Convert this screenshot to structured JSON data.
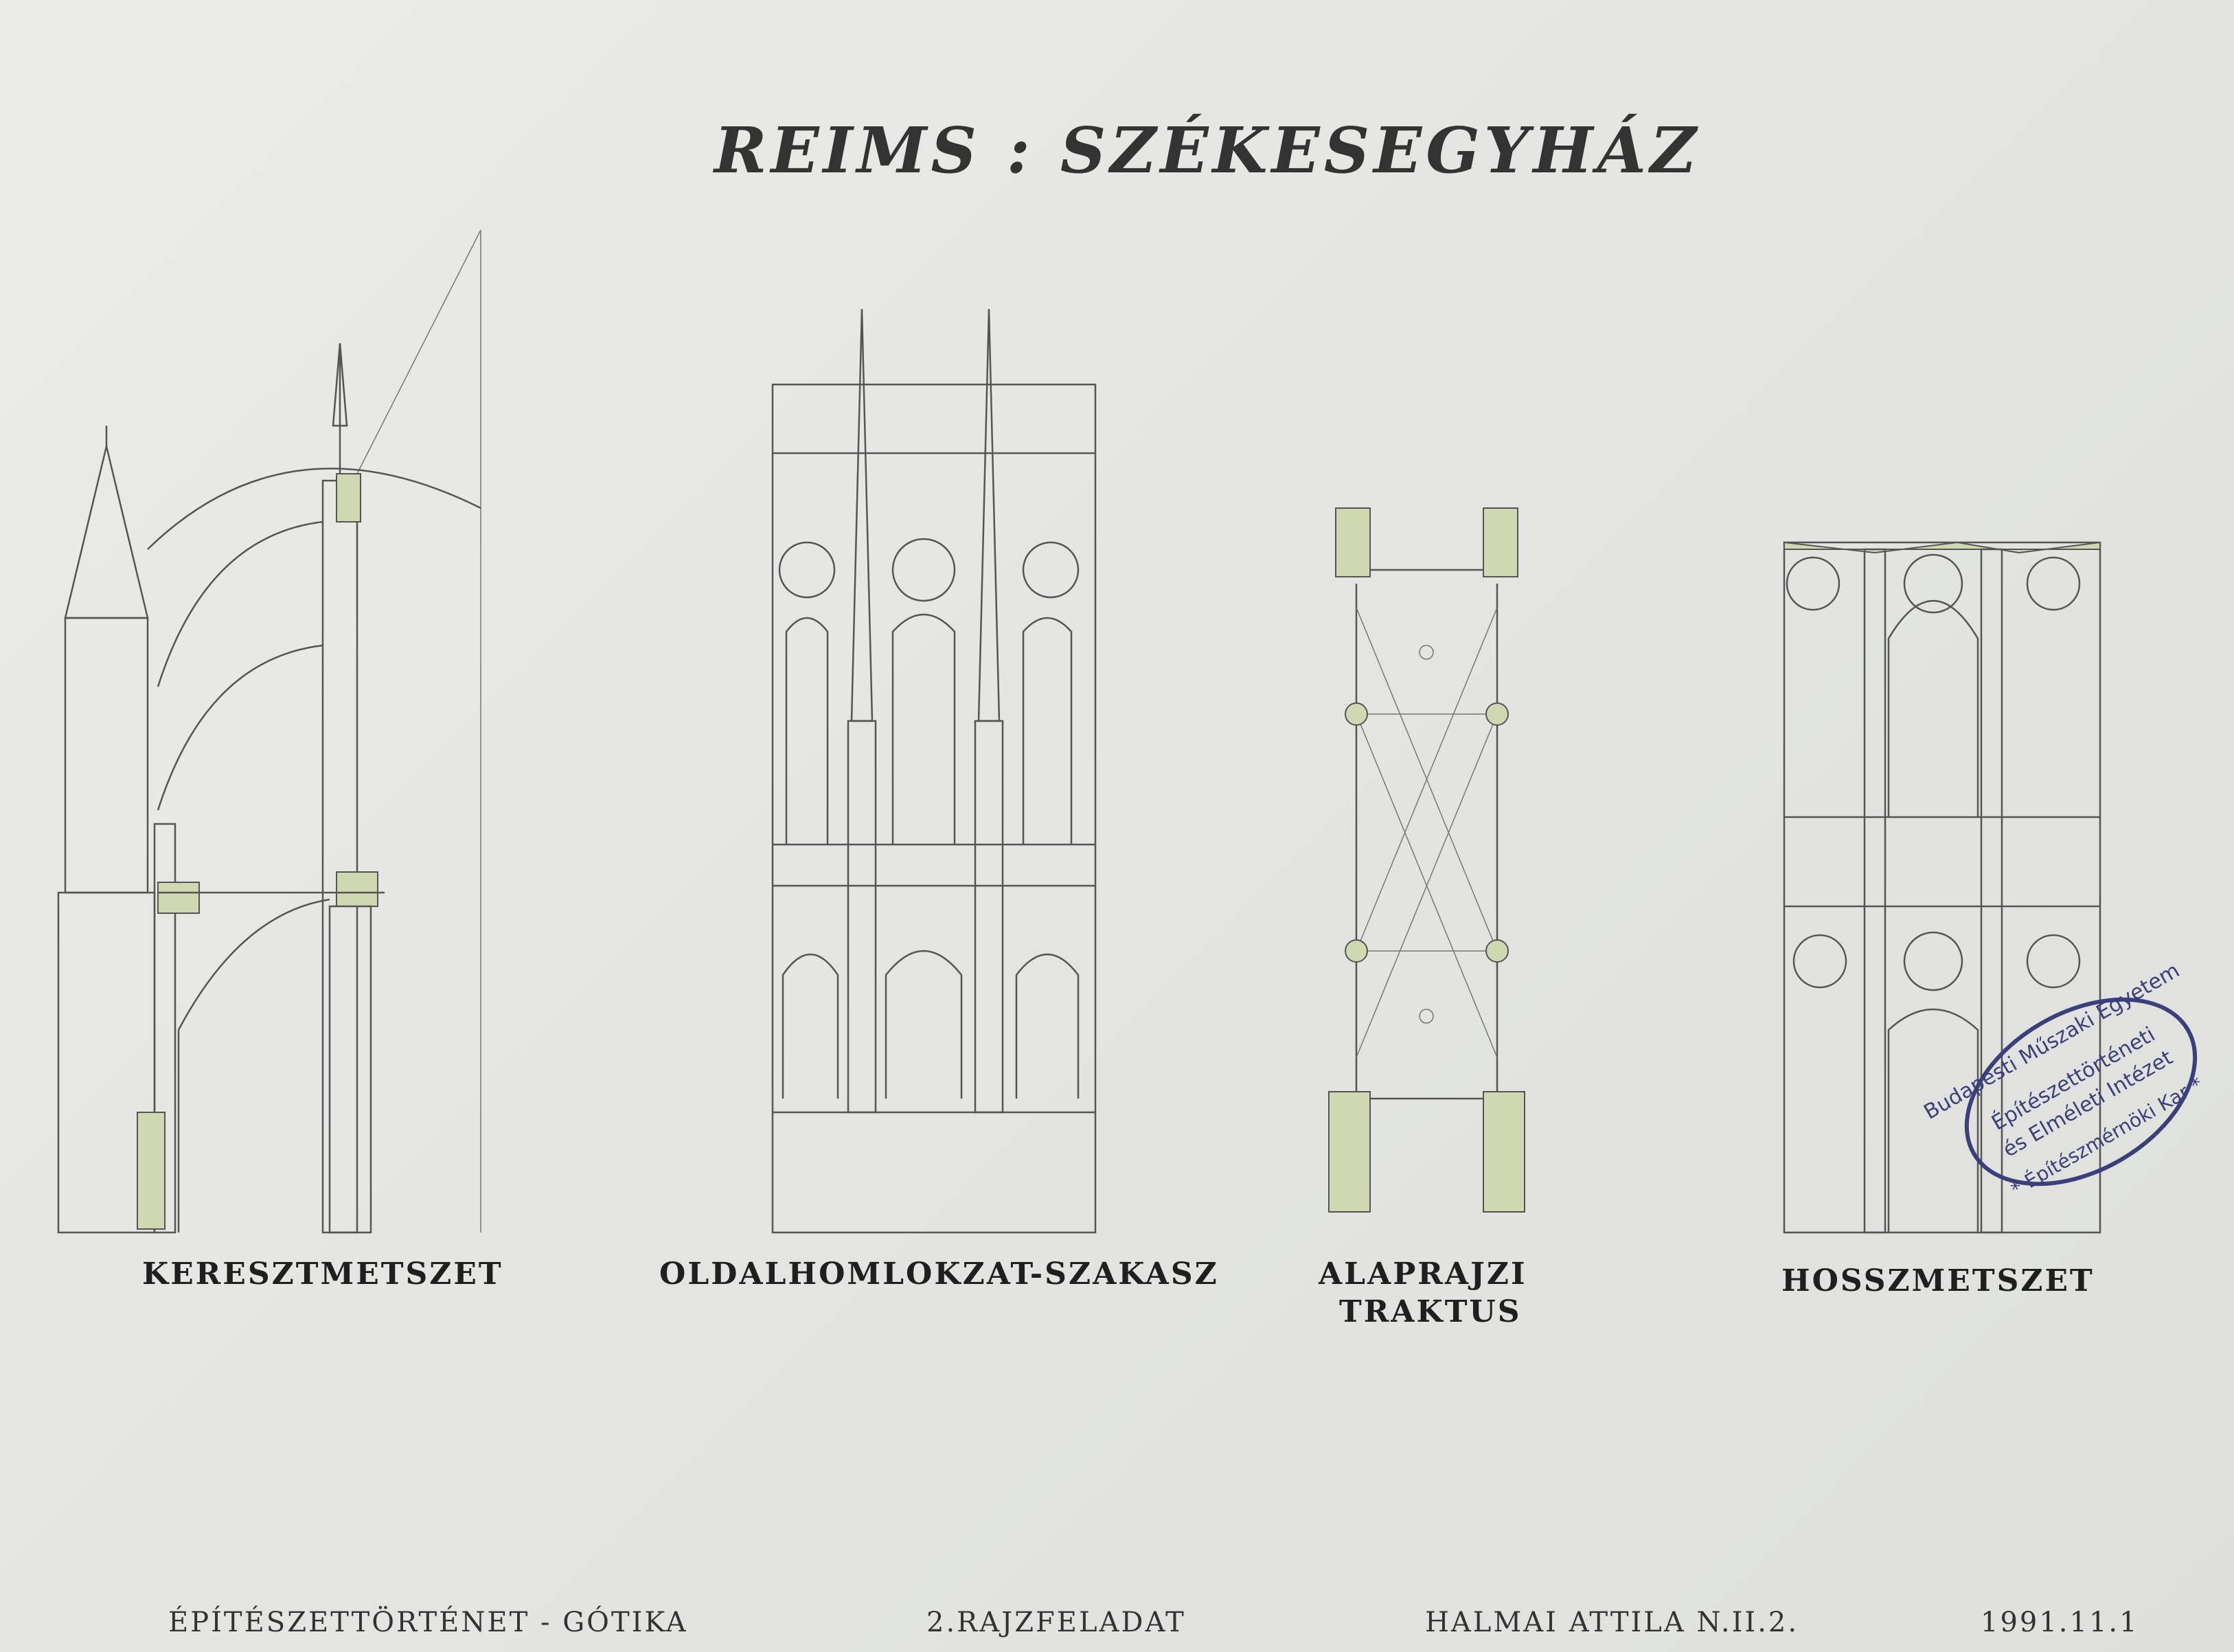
{
  "title": "REIMS : SZÉKESEGYHÁZ",
  "drawings": {
    "cross_section": "KERESZTMETSZET",
    "side_facade": "OLDALHOMLOKZAT-SZAKASZ",
    "plan_line1": "ALAPRAJZI",
    "plan_line2": "TRAKTUS",
    "longitudinal_section": "HOSSZMETSZET"
  },
  "footer": {
    "subject": "ÉPÍTÉSZETTÖRTÉNET - GÓTIKA",
    "assignment": "2.RAJZFELADAT",
    "author": "HALMAI ATTILA N.II.2.",
    "date": "1991.11.1"
  },
  "stamp": {
    "ring": "Budapesti Műszaki Egyetem * Építészmérnöki Kar *",
    "center_line1": "Építészettörténeti",
    "center_line2": "és Elméleti Intézet"
  },
  "colors": {
    "paper": "#e6e6e3",
    "ink": "#2a2a2a",
    "wash": "#cfd8b0",
    "stamp": "#3b3f7a"
  }
}
